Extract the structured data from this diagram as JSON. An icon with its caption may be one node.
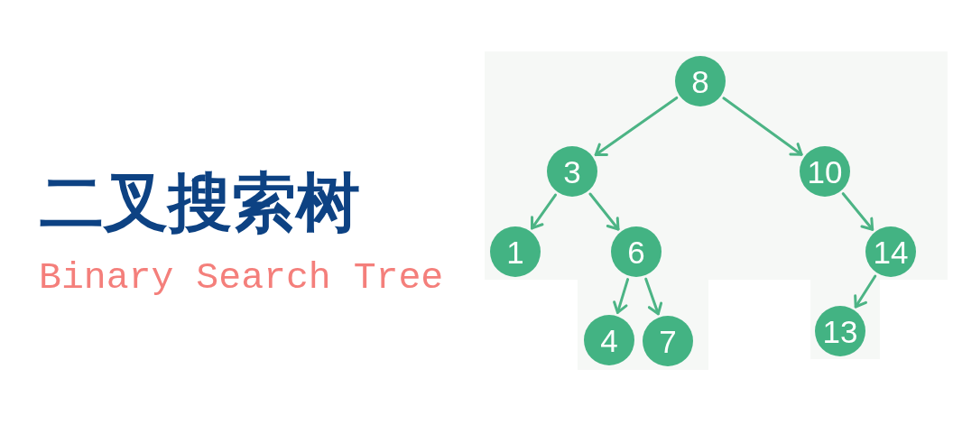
{
  "diagram": {
    "title": "二叉搜索树",
    "nodes": [
      {
        "text": [
          "8"
        ]
      },
      {
        "text": [
          "3"
        ]
      },
      {
        "text": [
          "10"
        ]
      },
      {
        "text": [
          "1"
        ]
      },
      {
        "text": [
          "6"
        ]
      },
      {
        "text": [
          "14"
        ]
      },
      {
        "text": [
          "4"
        ]
      },
      {
        "text": [
          "7"
        ]
      },
      {
        "text": [
          "13"
        ]
      }
    ],
    "edges": [
      {
        "from": 0,
        "to": 1,
        "arrow": "to"
      },
      {
        "from": 0,
        "to": 2,
        "arrow": "to"
      },
      {
        "from": 1,
        "to": 3,
        "arrow": "to"
      },
      {
        "from": 1,
        "to": 4,
        "arrow": "to"
      },
      {
        "from": 2,
        "to": 5,
        "arrow": "to"
      },
      {
        "from": 4,
        "to": 6,
        "arrow": "to"
      },
      {
        "from": 4,
        "to": 7,
        "arrow": "to"
      },
      {
        "from": 5,
        "to": 8,
        "arrow": "to"
      }
    ],
    "labels": [
      "Binary Search Tree"
    ]
  }
}
